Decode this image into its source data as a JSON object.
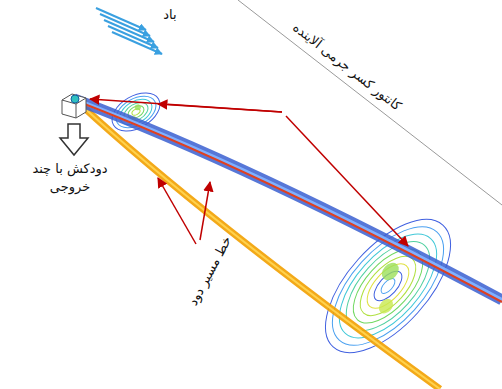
{
  "diagram": {
    "labels": [
      "باد",
      "کانتور کسر جرمی آلاینده",
      "دودکش با چند خروجی",
      "خط مسیر دود"
    ]
  }
}
